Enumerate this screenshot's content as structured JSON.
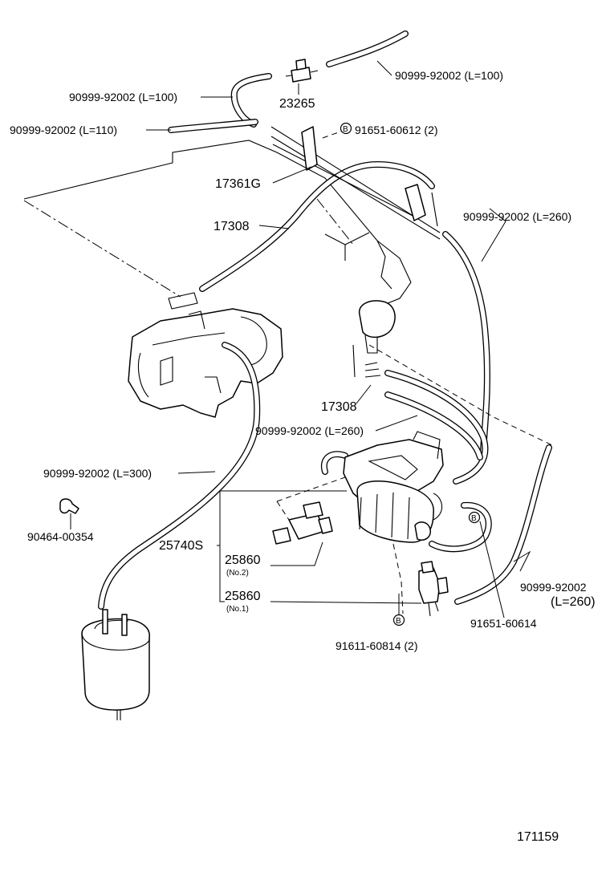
{
  "labels": {
    "hose_top_right": "90999-92002 (L=100)",
    "hose_top_left": "90999-92002 (L=100)",
    "part_23265": "23265",
    "hose_l110": "90999-92002 (L=110)",
    "bolt_top": "91651-60612 (2)",
    "bolt_top_marker": "B",
    "part_17361g": "17361G",
    "part_17308_upper": "17308",
    "hose_l260_right": "90999-92002 (L=260)",
    "part_17308_lower": "17308",
    "hose_l260_mid": "90999-92002 (L=260)",
    "hose_l300": "90999-92002 (L=300)",
    "clip_90464": "90464-00354",
    "part_25740s": "25740S",
    "vsv_no2_number": "25860",
    "vsv_no2_note": "(No.2)",
    "vsv_no1_number": "25860",
    "vsv_no1_note": "(No.1)",
    "hose_l260_lower_number": "90999-92002",
    "hose_l260_lower_length": "(L=260)",
    "bolt_91651_60614": "91651-60614",
    "bolt_91651_marker": "B",
    "bolt_91611": "91611-60814 (2)",
    "bolt_91611_marker": "B",
    "diagram_code": "171159"
  }
}
